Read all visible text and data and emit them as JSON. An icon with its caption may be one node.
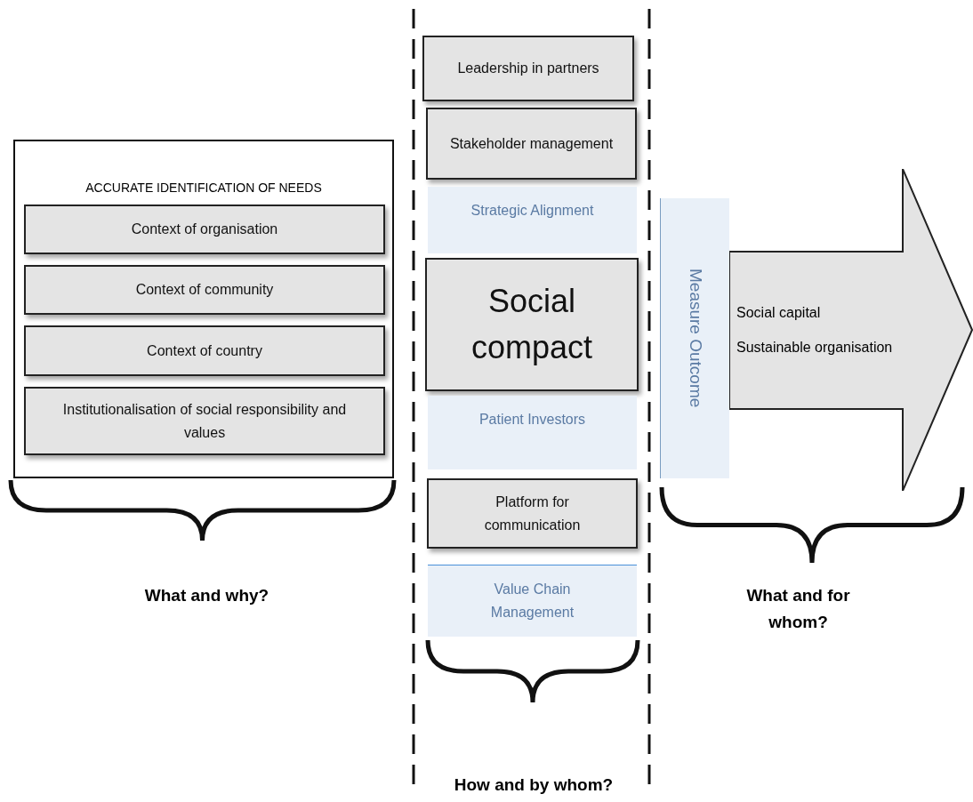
{
  "diagram": {
    "nodes": [
      {
        "text": [
          "ACCURATE IDENTIFICATION OF NEEDS"
        ]
      },
      {
        "text": [
          "Context of organisation"
        ],
        "in": 0
      },
      {
        "text": [
          "Context of community"
        ],
        "in": 0
      },
      {
        "text": [
          "Context of country"
        ],
        "in": 0
      },
      {
        "text": [
          "Institutionalisation of social responsibility and values"
        ],
        "in": 0
      },
      {
        "text": [
          "Leadership in partners"
        ]
      },
      {
        "text": [
          "Stakeholder management"
        ]
      },
      {
        "text": [
          "Strategic Alignment"
        ]
      },
      {
        "text": [
          "Social compact"
        ]
      },
      {
        "text": [
          "Patient Investors"
        ]
      },
      {
        "text": [
          "Platform for communication"
        ]
      },
      {
        "text": [
          "Value Chain Management"
        ]
      },
      {
        "text": [
          "Measure Outcome"
        ]
      },
      {
        "text": [
          "Social capital",
          "Sustainable organisation"
        ]
      }
    ],
    "edges": [],
    "labels": [
      "What and why?",
      "What and for whom?",
      "How and by whom?"
    ]
  }
}
